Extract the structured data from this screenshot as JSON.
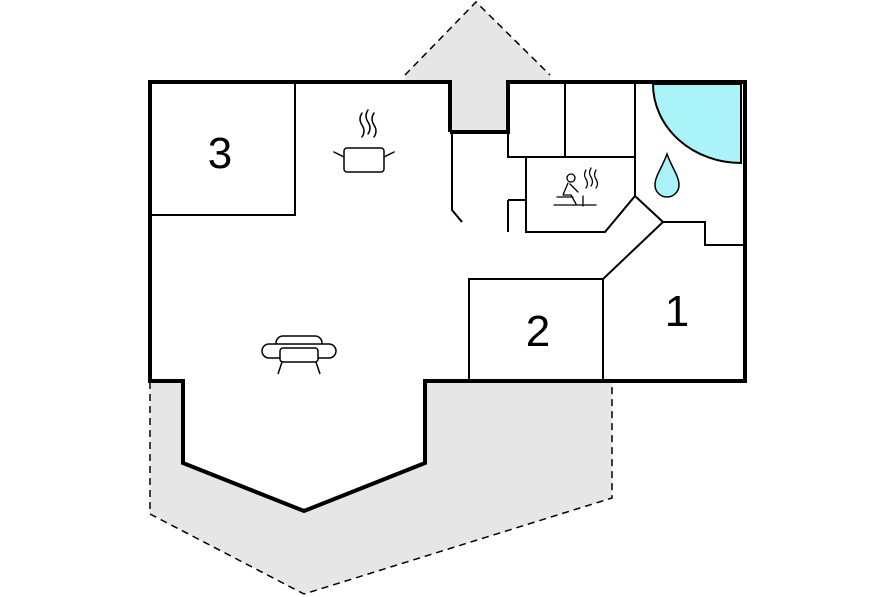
{
  "floorplan": {
    "rooms": [
      {
        "label": "3"
      },
      {
        "label": "2"
      },
      {
        "label": "1"
      }
    ],
    "icons": {
      "kitchen": "cooking-pot-icon",
      "sauna": "sauna-icon",
      "pool": "water-drop-icon",
      "living": "sofa-icon"
    },
    "colors": {
      "terrace": "#e6e6e6",
      "water": "#aaf3f8",
      "wall": "#000000",
      "background": "#ffffff"
    }
  }
}
